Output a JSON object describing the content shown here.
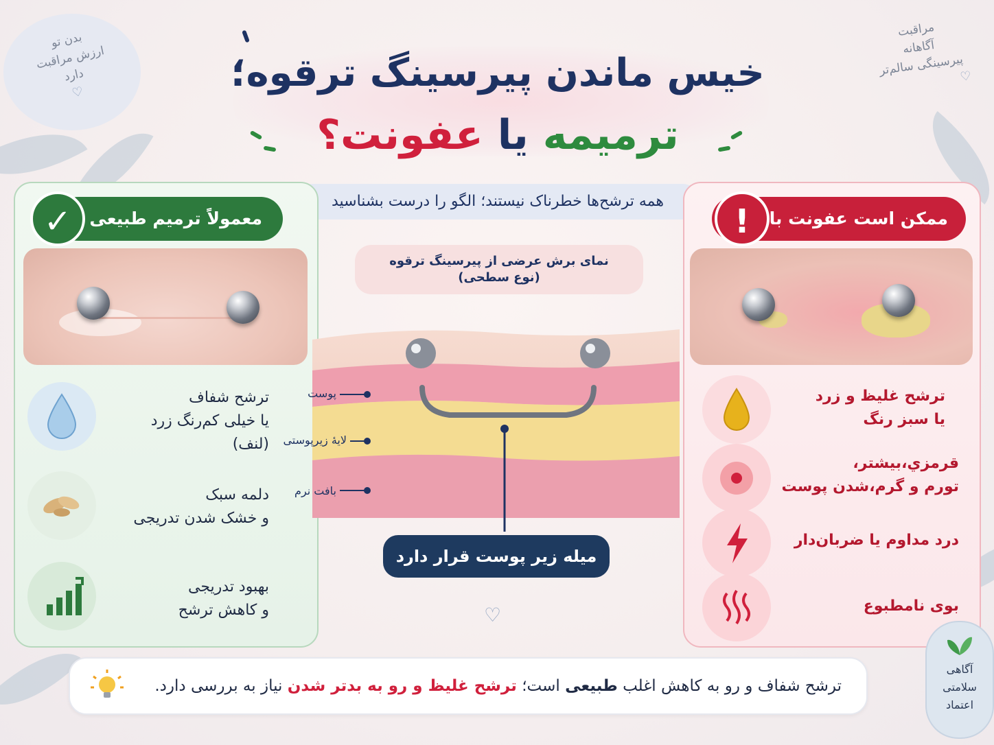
{
  "colors": {
    "navy": "#1e3262",
    "green": "#2e8b3e",
    "red": "#d0203c",
    "panel_green": "#e6f2e8",
    "panel_red": "#fbe7ea"
  },
  "notes": {
    "top_left": [
      "بدن تو",
      "ارزش مراقبت",
      "دارد"
    ],
    "top_right": [
      "مراقبت",
      "آگاهانه",
      "پیرسینگی سالم‌تر"
    ]
  },
  "title": {
    "line1": "خیس ماندن پیرسینگ ترقوه؛",
    "line2_a": "ترمیمه",
    "line2_b": "یا",
    "line2_c": "عفونت؟"
  },
  "subtitle": "همه ترشح‌ها خطرناک نیستند؛ الگو را درست بشناسید",
  "left_panel": {
    "heading": "معمولاً ترمیم طبیعی",
    "badge_icon": "check-icon",
    "items": [
      {
        "icon": "water-drop-icon",
        "text": [
          "ترشح شفاف",
          "یا خیلی کم‌رنگ زرد",
          "(لنف)"
        ]
      },
      {
        "icon": "crust-icon",
        "text": [
          "دلمه سبک",
          "و خشک شدن تدریجی"
        ]
      },
      {
        "icon": "bar-chart-up-icon",
        "text": [
          "بهبود تدریجی",
          "و کاهش ترشح"
        ]
      }
    ]
  },
  "right_panel": {
    "heading": "ممکن است عفونت باشد",
    "badge_icon": "exclamation-icon",
    "items": [
      {
        "icon": "yellow-drop-icon",
        "text": [
          "ترشح غلیظ و زرد",
          "یا سبز رنگ"
        ]
      },
      {
        "icon": "inflamed-skin-icon",
        "text": [
          "قرمزي،بیشتر،",
          "تورم و گرم،شدن پوست"
        ]
      },
      {
        "icon": "lightning-pain-icon",
        "text": [
          "درد مداوم یا ضربان‌دار"
        ]
      },
      {
        "icon": "odor-waves-icon",
        "text": [
          "بوی نامطبوع"
        ]
      }
    ]
  },
  "center": {
    "heading": [
      "نمای برش عرضی از پیرسینگ ترقوه",
      "(نوع سطحی)"
    ],
    "labels": {
      "skin": "پوست",
      "subcutaneous": "لایهٔ زیرپوستی",
      "soft_tissue": "بافت نرم"
    },
    "bar_label": "میله زیر پوست قرار دارد"
  },
  "footer": {
    "part1": "ترشح شفاف و رو به کاهش اغلب",
    "bold1": "طبیعی",
    "part2": "است؛",
    "red1": "ترشح غلیظ و رو به بدتر شدن",
    "part3": "نیاز به بررسی دارد.",
    "icon": "lightbulb-icon"
  },
  "seal": [
    "آگاهی",
    "سلامتی",
    "اعتماد"
  ]
}
